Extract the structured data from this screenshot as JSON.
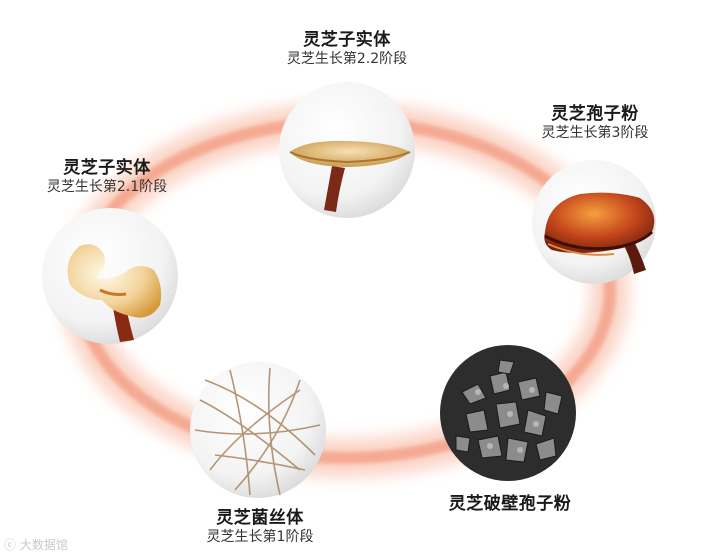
{
  "stages": [
    {
      "title": "灵芝菌丝体",
      "subtitle": "灵芝生长第1阶段",
      "icon": "mycelium-icon"
    },
    {
      "title": "灵芝子实体",
      "subtitle": "灵芝生长第2.1阶段",
      "icon": "young-fruiting-body-icon"
    },
    {
      "title": "灵芝子实体",
      "subtitle": "灵芝生长第2.2阶段",
      "icon": "mushroom-icon"
    },
    {
      "title": "灵芝孢子粉",
      "subtitle": "灵芝生长第3阶段",
      "icon": "mature-reishi-icon"
    },
    {
      "title": "灵芝破壁孢子粉",
      "subtitle": "",
      "icon": "powder-icon"
    }
  ],
  "watermark": "大数据馆",
  "colors": {
    "ring": "#f07a5a",
    "ring_glow": "#fbd3c4",
    "stem": "#7a2a17",
    "cap_gold": "#e9c58a",
    "cap_red": "#c4461b"
  }
}
